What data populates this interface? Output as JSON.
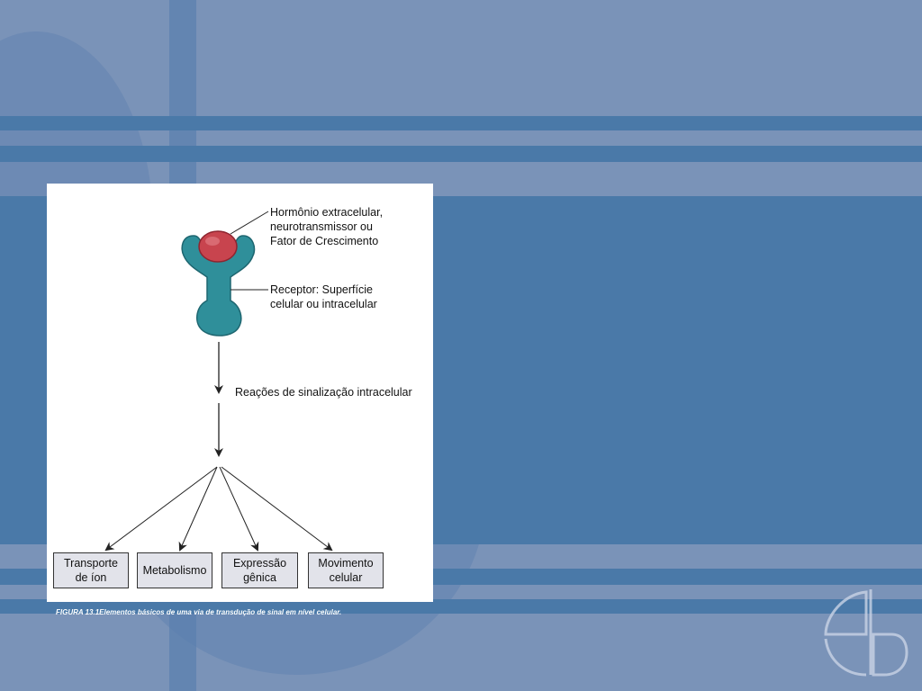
{
  "figure": {
    "hormone_label": "Hormônio extracelular,\nneurotransmissor ou\nFator de Crescimento",
    "receptor_label": "Receptor: Superfície\ncelular ou intracelular",
    "reaction_label": "Reações de sinalização intracelular",
    "targets": [
      "Transporte\nde íon",
      "Metabolismo",
      "Expressão\ngênica",
      "Movimento\ncelular"
    ],
    "caption": "FIGURA 13.1Elementos básicos de uma via de transdução de sinal em nível celular."
  },
  "colors": {
    "background": "#7a93b8",
    "band": "#4a79a8",
    "receptor": "#2f8f9a",
    "hormone": "#c8444e",
    "target_box": "#e2e3ea"
  }
}
